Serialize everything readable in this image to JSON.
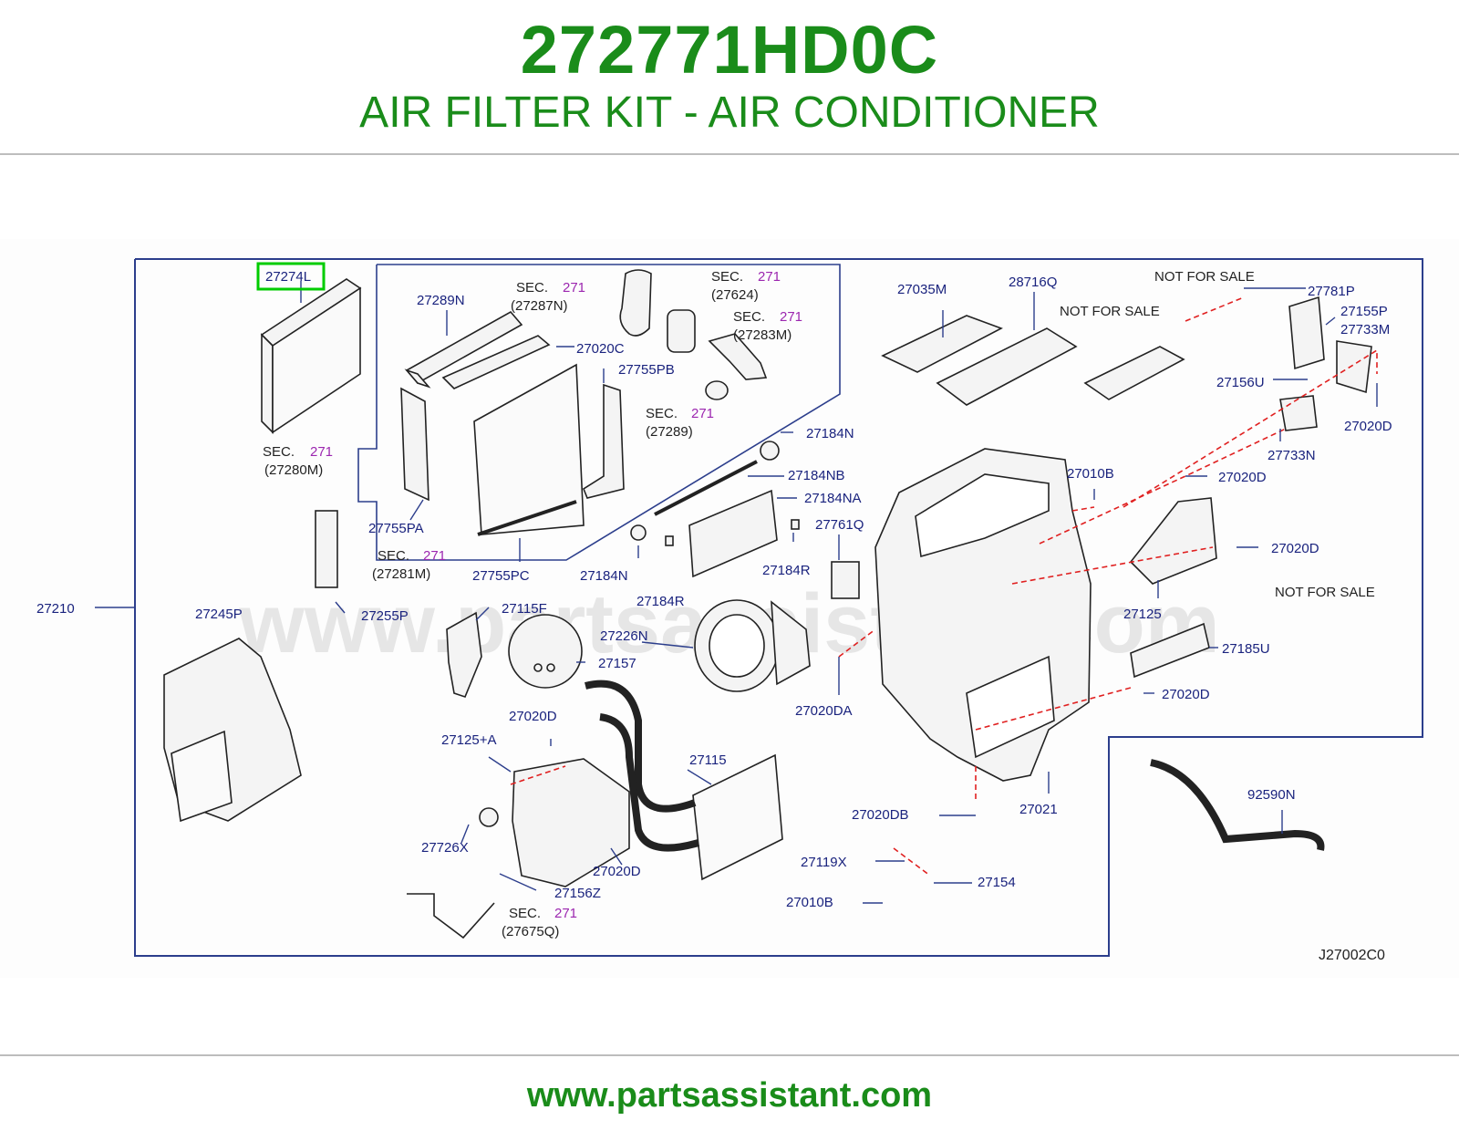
{
  "header": {
    "part_number": "272771HD0C",
    "title": "AIR FILTER KIT - AIR CONDITIONER"
  },
  "footer": {
    "url": "www.partsassistant.com"
  },
  "diagram": {
    "code": "J27002C0",
    "watermark": "www.partsassistant.com",
    "highlight_color": "#00cc00",
    "label_color": "#1a237e",
    "sec_number_color": "#9c27b0",
    "part_labels": {
      "p27274L": "27274L",
      "p27289N": "27289N",
      "p27020C": "27020C",
      "p27755PB": "27755PB",
      "p27755PA": "27755PA",
      "p27755PC": "27755PC",
      "p27210": "27210",
      "p27245P": "27245P",
      "p27255P": "27255P",
      "p27115F": "27115F",
      "p27157": "27157",
      "p27184N_top": "27184N",
      "p27184NB": "27184NB",
      "p27184NA": "27184NA",
      "p27184N_left": "27184N",
      "p27184R_left": "27184R",
      "p27184R_right": "27184R",
      "p27761Q": "27761Q",
      "p27226N": "27226N",
      "p27020DA": "27020DA",
      "p27020D_mid": "27020D",
      "p27125A": "27125+A",
      "p27726X": "27726X",
      "p27020D_low": "27020D",
      "p27156Z": "27156Z",
      "p27115": "27115",
      "p27035M": "27035M",
      "p28716Q": "28716Q",
      "p27781P": "27781P",
      "p27155P": "27155P",
      "p27733M": "27733M",
      "p27156U": "27156U",
      "p27020D_r1": "27020D",
      "p27733N": "27733N",
      "p27010B_top": "27010B",
      "p27020D_r2": "27020D",
      "p27020D_r3": "27020D",
      "p27125": "27125",
      "p27185U": "27185U",
      "p27020D_r4": "27020D",
      "p27021": "27021",
      "p27020DB": "27020DB",
      "p92590N": "92590N",
      "p27119X": "27119X",
      "p27154": "27154",
      "p27010B_bot": "27010B"
    },
    "sec_refs": {
      "sec_word": "SEC.",
      "sec_number": "271",
      "r27280M": "(27280M)",
      "r27287N": "(27287N)",
      "r27624": "(27624)",
      "r27283M": "(27283M)",
      "r27289": "(27289)",
      "r27281M": "(27281M)",
      "r27675Q": "(27675Q)"
    },
    "not_for_sale": "NOT   FOR   SALE"
  }
}
